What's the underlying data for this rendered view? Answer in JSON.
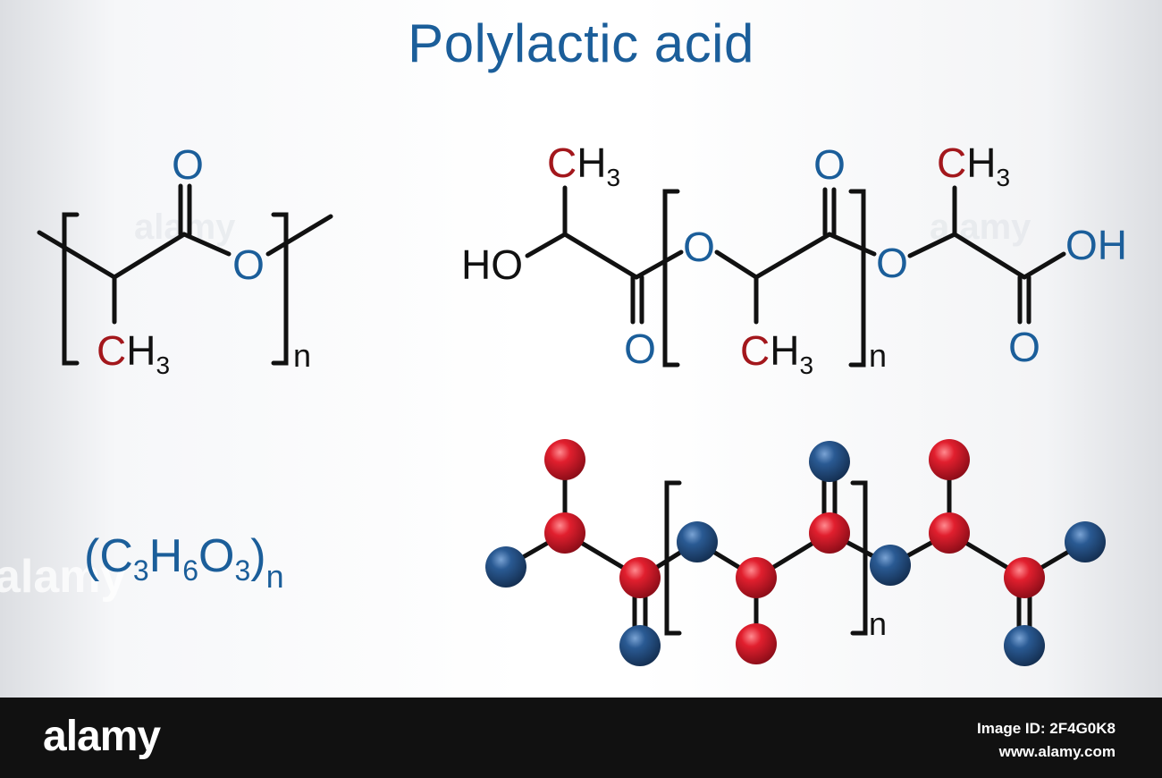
{
  "title": "Polylactic acid",
  "formula": {
    "open": "(C",
    "c_count": "3",
    "h": "H",
    "h_count": "6",
    "o": "O",
    "o_count": "3",
    "close": ")",
    "n": "n"
  },
  "repeat_unit": {
    "carbonyl_o": "O",
    "ester_o": "O",
    "methyl_c": "C",
    "methyl_h": "H",
    "methyl_count": "3",
    "n": "n"
  },
  "chain": {
    "methyl_left_c": "C",
    "methyl_left_h": "H",
    "methyl_left_count": "3",
    "hydroxyl_left": "HO",
    "carbonyl_left_o": "O",
    "ester_o_1": "O",
    "methyl_mid_c": "C",
    "methyl_mid_h": "H",
    "methyl_mid_count": "3",
    "carbonyl_mid_o": "O",
    "ester_o_2": "O",
    "methyl_right_c": "C",
    "methyl_right_h": "H",
    "methyl_right_count": "3",
    "hydroxyl_right": "OH",
    "carbonyl_right_o": "O",
    "n": "n"
  },
  "ball_model": {
    "n": "n"
  },
  "colors": {
    "title": "#1b5e9a",
    "oxygen_label": "#1b5e9a",
    "carbon_label": "#a3171c",
    "bond": "#111111",
    "carbon_ball": "#d0182a",
    "oxygen_ball": "#1f4f86"
  },
  "watermark": "alamy",
  "footer": {
    "logo": "alamy",
    "image_id": "Image ID: 2F4G0K8",
    "site": "www.alamy.com"
  }
}
